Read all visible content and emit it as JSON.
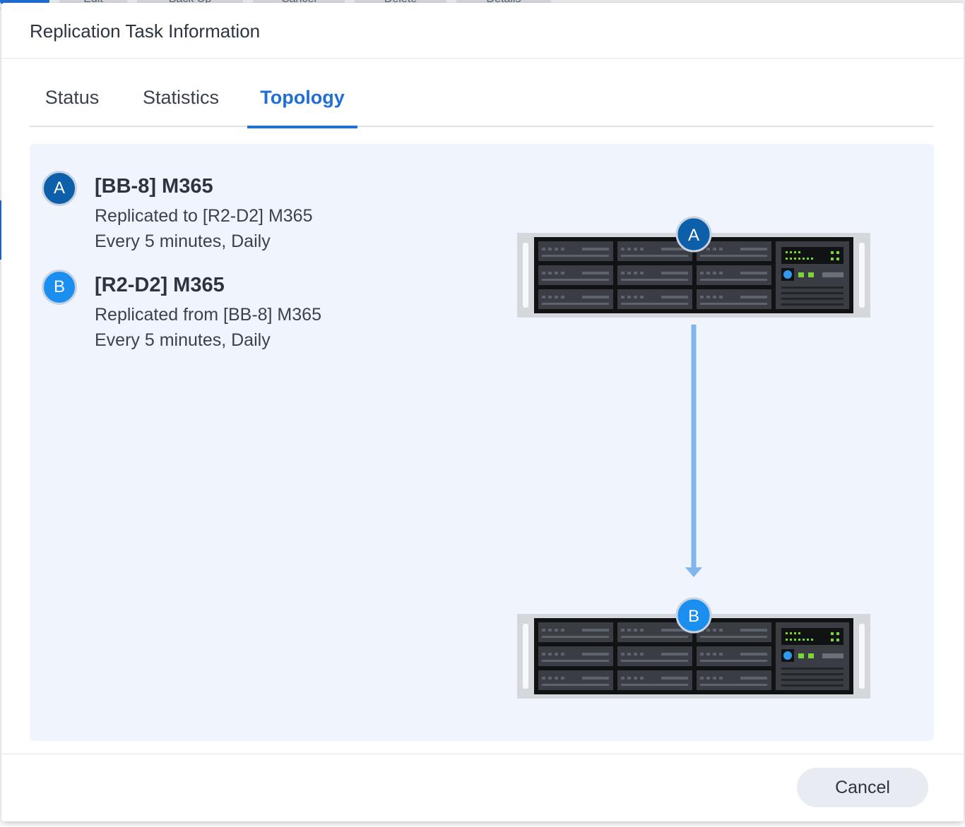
{
  "background": {
    "toolbar_buttons": [
      "Edit",
      "Back Up",
      "Cancel",
      "Delete",
      "Details"
    ]
  },
  "dialog": {
    "title": "Replication Task Information",
    "tabs": [
      {
        "label": "Status",
        "active": false
      },
      {
        "label": "Statistics",
        "active": false
      },
      {
        "label": "Topology",
        "active": true
      }
    ],
    "nodes": [
      {
        "badge": "A",
        "name": "[BB-8] M365",
        "relation": "Replicated to [R2-D2] M365",
        "schedule": "Every 5 minutes, Daily"
      },
      {
        "badge": "B",
        "name": "[R2-D2] M365",
        "relation": "Replicated from [BB-8] M365",
        "schedule": "Every 5 minutes, Daily"
      }
    ],
    "cancel_label": "Cancel"
  },
  "colors": {
    "accent": "#1f6fd6",
    "badge_a": "#0c5fa8",
    "badge_b": "#1a8ff0",
    "arrow": "#80b6ec",
    "panel_bg": "#eff4fd",
    "led_green": "#7ad636"
  }
}
